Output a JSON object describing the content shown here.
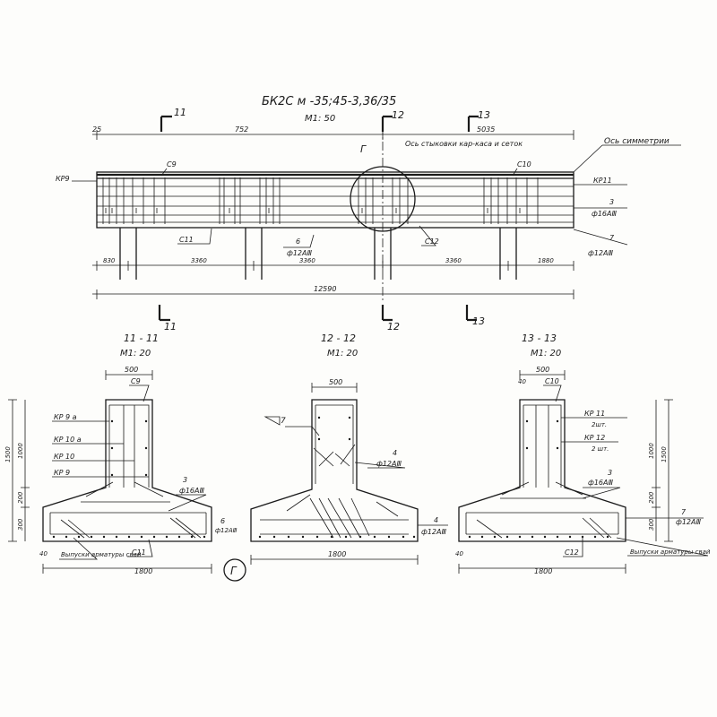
{
  "drawing": {
    "title": "БК2С м -35;45-3,36/35",
    "scale_main": "М1: 50",
    "axis_symmetry": "Ось симметрии",
    "axis_joint": "Ось стыковки кар-каса и сеток",
    "detail_letter": "Г"
  },
  "elevation": {
    "section_marks": [
      "11",
      "12",
      "13"
    ],
    "top_dims": [
      "25",
      "752",
      "5035"
    ],
    "bottom_dims": [
      "830",
      "3360",
      "3360",
      "3360",
      "1880"
    ],
    "overall": "12590",
    "labels": {
      "kp9": "КР9",
      "kp11": "КР11",
      "c9": "С9",
      "c10": "С10",
      "c11": "С11",
      "c12": "С12",
      "pos3": "3",
      "pos3_bar": "ф16АⅢ",
      "pos6": "6",
      "pos6_bar": "ф12АⅢ",
      "pos7": "7",
      "pos7_bar": "ф12АⅢ"
    }
  },
  "sections": [
    {
      "title": "11 - 11",
      "scale": "М1: 20",
      "width_top": "500",
      "width_bottom": "1800",
      "left_dims": [
        "1500",
        "1000",
        "200",
        "300"
      ],
      "labels": [
        "КР 9 а",
        "КР 10 а",
        "КР 10",
        "КР 9",
        "С9",
        "С11",
        "3",
        "ф16АⅢ",
        "6",
        "ф12АⅢ",
        "40",
        "Выпуски арматуры свай"
      ]
    },
    {
      "title": "12 - 12",
      "scale": "М1: 20",
      "width_top": "500",
      "width_bottom": "1800",
      "labels": [
        "7",
        "4",
        "ф12АⅢ",
        "4",
        "ф12АⅢ"
      ]
    },
    {
      "title": "13 - 13",
      "scale": "М1: 20",
      "width_top": "500",
      "width_bottom": "1800",
      "right_dims": [
        "1500",
        "1000",
        "200",
        "300"
      ],
      "labels": [
        "С10",
        "40",
        "КР 11",
        "2шт.",
        "КР 12",
        "2 шт.",
        "3",
        "ф16АⅢ",
        "7",
        "ф12АⅢ",
        "С12",
        "Выпуски арматуры свай",
        "40"
      ]
    }
  ]
}
